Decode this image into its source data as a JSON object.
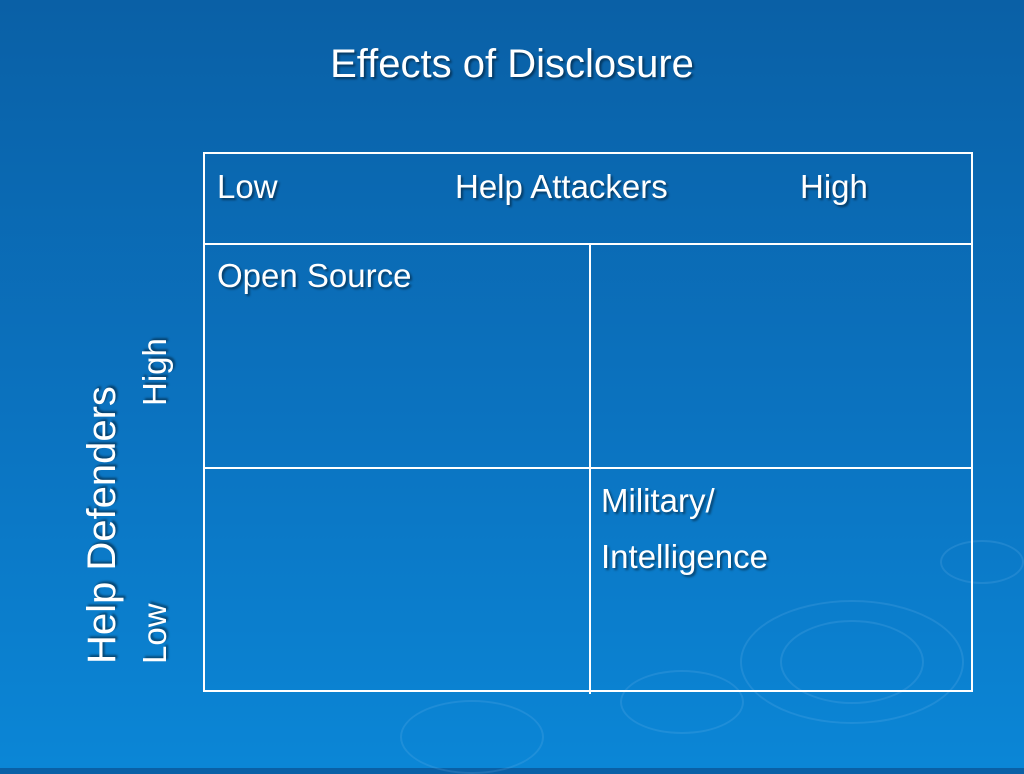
{
  "slide": {
    "title": "Effects of Disclosure",
    "header_row": {
      "left": "Low",
      "center": "Help Attackers",
      "right": "High"
    },
    "cells": {
      "top_left": "Open Source",
      "bottom_right_line1": "Military/",
      "bottom_right_line2": "Intelligence"
    },
    "y_axis": {
      "label": "Help Defenders",
      "high": "High",
      "low": "Low"
    }
  }
}
